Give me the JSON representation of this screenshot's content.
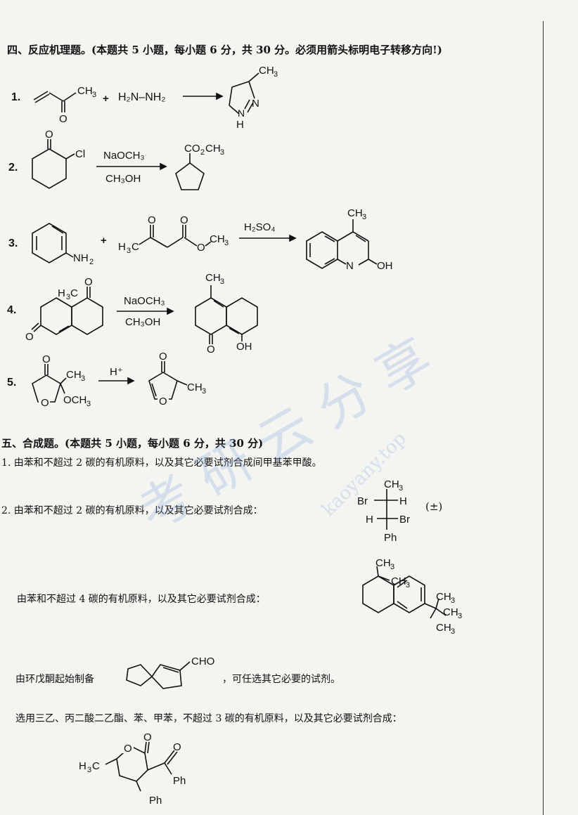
{
  "section4": {
    "title": "四、反应机理题。(本题共 5 小题，每小题 6 分，共 30 分。必须用箭头标明电子转移方向!)",
    "items": [
      {
        "num": "1.",
        "plus": "+",
        "reagent": "H₂N–NH₂"
      },
      {
        "num": "2.",
        "cond_top": "NaOCH₃",
        "cond_bottom": "CH₃OH"
      },
      {
        "num": "3.",
        "plus": "+",
        "cond_top": "H₂SO₄"
      },
      {
        "num": "4.",
        "cond_top": "NaOCH₃",
        "cond_bottom": "CH₃OH"
      },
      {
        "num": "5.",
        "cond_top": "H⁺"
      }
    ]
  },
  "section5": {
    "title": "五、合成题。(本题共 5 小题，每小题 6 分，共 30 分)",
    "q1": "1.  由苯和不超过 2 碳的有机原料，以及其它必要试剂合成间甲基苯甲酸。",
    "q2": "2.  由苯和不超过 2 碳的有机原料，以及其它必要试剂合成：",
    "q2_racemic": "(±)",
    "q3": "由苯和不超过 4 碳的有机原料，以及其它必要试剂合成：",
    "q4_pre": "由环戊酮起始制备",
    "q4_post": "，可任选其它必要的试剂。",
    "q5": "选用三乙、丙二酸二乙酯、苯、甲苯，不超过 3 碳的有机原料，以及其它必要试剂合成："
  },
  "watermark": {
    "cn": "考 研 云 分 享",
    "en": "kaoyany.top"
  }
}
